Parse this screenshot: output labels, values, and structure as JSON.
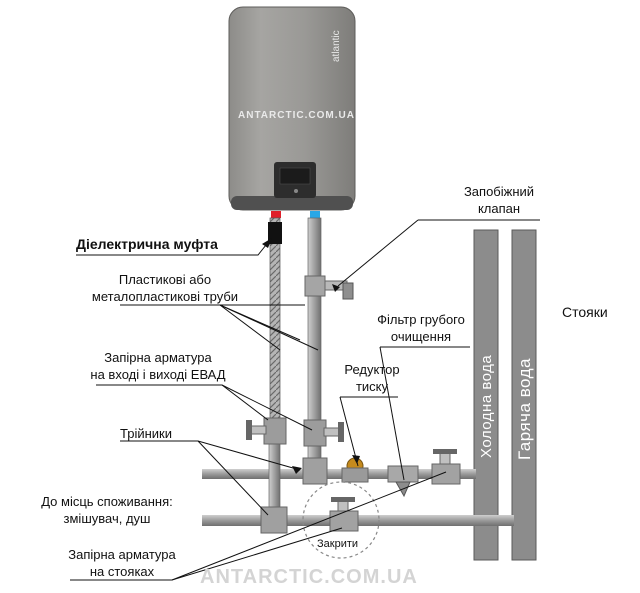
{
  "heater": {
    "brand": "atlantic",
    "watermark_top": "ANTARCTIC.COM.UA"
  },
  "labels": {
    "dielectric_coupling": "Діелектрична муфта",
    "plastic_pipes_line1": "Пластикові або",
    "plastic_pipes_line2": "металопластикові труби",
    "shutoff_evad_line1": "Запірна арматура",
    "shutoff_evad_line2": "на вході і виході ЕВАД",
    "tees": "Трійники",
    "consumers_line1": "До місць споживання:",
    "consumers_line2": "змішувач, душ",
    "shutoff_risers_line1": "Запірна арматура",
    "shutoff_risers_line2": "на стояках",
    "safety_valve_line1": "Запобіжний",
    "safety_valve_line2": "клапан",
    "coarse_filter_line1": "Фільтр грубого",
    "coarse_filter_line2": "очищення",
    "reducer_line1": "Редуктор",
    "reducer_line2": "тиску",
    "risers": "Стояки",
    "cold_water": "Холодна вода",
    "hot_water": "Гаряча вода",
    "closed": "Закрити"
  },
  "watermark_bottom": "ANTARCTIC.COM.UA",
  "colors": {
    "hot_marker": "#e0202a",
    "cold_marker": "#2aa7e6",
    "riser": "#8c8c8c",
    "pipe": "#7a7a7a"
  }
}
